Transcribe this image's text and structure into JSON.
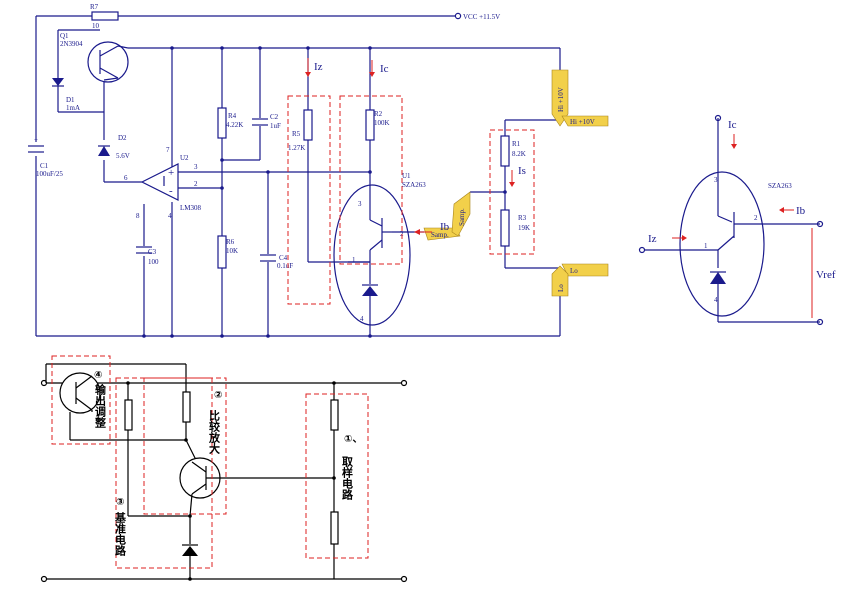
{
  "top": {
    "r7": {
      "ref": "R7",
      "val": "10"
    },
    "vcc": "VCC +11.5V",
    "q1": {
      "ref": "Q1",
      "val": "2N3904"
    },
    "d1": {
      "ref": "D1",
      "val": "1mA"
    },
    "d2": {
      "ref": "D2",
      "val": "5.6V"
    },
    "c1": {
      "ref": "C1",
      "val": "100uF/25"
    },
    "r4": {
      "ref": "R4",
      "val": "4.22K"
    },
    "c2": {
      "ref": "C2",
      "val": "1uF"
    },
    "u2": {
      "ref": "U2",
      "val": "LM308",
      "pin7": "7",
      "pin3": "3",
      "pin2": "2",
      "pin6": "6",
      "pin8": "8",
      "pin4": "4",
      "plus": "+",
      "minus": "-"
    },
    "c3": {
      "ref": "C3",
      "val": "100"
    },
    "r6": {
      "ref": "R6",
      "val": "10K"
    },
    "c4": {
      "ref": "C4",
      "val": "0.1uF"
    },
    "r5": {
      "ref": "R5",
      "val": "1.27K"
    },
    "r2": {
      "ref": "R2",
      "val": "100K"
    },
    "u1": {
      "ref": "U1",
      "val": "SZA263",
      "pin3": "3",
      "pin2": "2",
      "pin1": "1",
      "pin4": "4"
    },
    "iz": "Iz",
    "ic": "Ic",
    "ib": "Ib",
    "is": "Is",
    "r1": {
      "ref": "R1",
      "val": "8.2K"
    },
    "r3": {
      "ref": "R3",
      "val": "19K"
    },
    "samp_h": "Samp.",
    "samp_v": "Samp.",
    "hi_v": "Hi +10V",
    "hi_h": "Hi +10V",
    "lo_v": "Lo",
    "lo_h": "Lo",
    "c1_plus": "+"
  },
  "right": {
    "ic": "Ic",
    "iz": "Iz",
    "ib": "Ib",
    "vref": "Vref",
    "model": "SZA263",
    "pin3": "3",
    "pin2": "2",
    "pin1": "1",
    "pin4": "4"
  },
  "block": {
    "b4": "④",
    "b4_text": "输出调整",
    "b2": "②",
    "b2_text": "比较放大",
    "b1": "①、",
    "b1_text": "取样电路",
    "b3": "③",
    "b3_text": "基准电路"
  }
}
